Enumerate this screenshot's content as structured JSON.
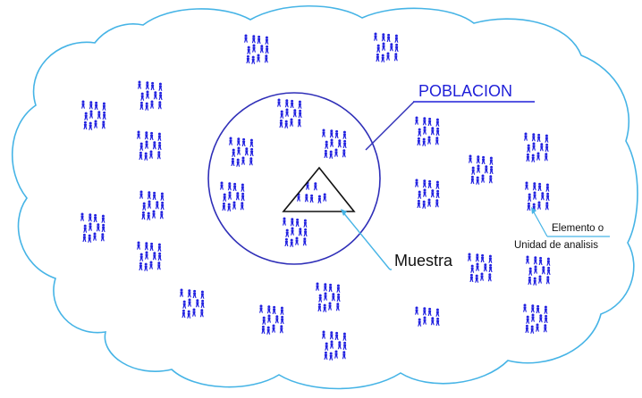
{
  "labels": {
    "poblacion": "POBLACION",
    "muestra": "Muestra",
    "elemento_line1": "Elemento o",
    "elemento_line2": "Unidad de analisis"
  },
  "colors": {
    "cloud_outline": "#46b4e6",
    "circle_outline": "#2f2fb8",
    "triangle_outline": "#111111",
    "people": "#2323e0",
    "leader_line": "#2f2fb8",
    "arrow_cyan": "#46b4e6",
    "underline_blue": "#1f1fd8"
  },
  "icons": {
    "person": "person-icon"
  }
}
